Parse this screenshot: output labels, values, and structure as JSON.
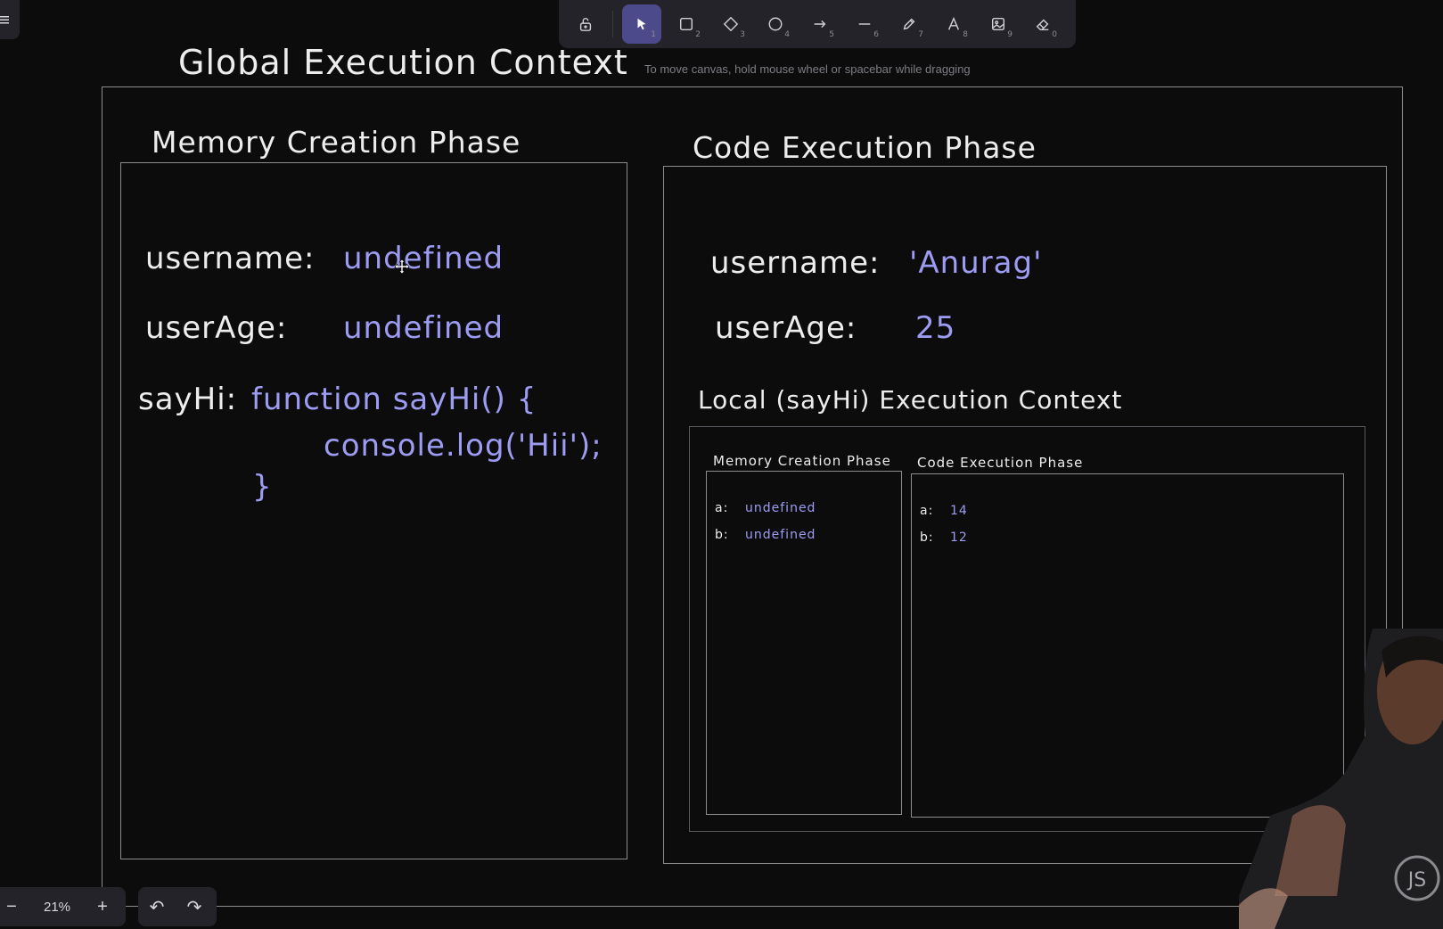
{
  "toolbar": {
    "tools": [
      {
        "name": "lock",
        "key": ""
      },
      {
        "name": "selection",
        "key": "1"
      },
      {
        "name": "rectangle",
        "key": "2"
      },
      {
        "name": "diamond",
        "key": "3"
      },
      {
        "name": "ellipse",
        "key": "4"
      },
      {
        "name": "arrow",
        "key": "5"
      },
      {
        "name": "line",
        "key": "6"
      },
      {
        "name": "draw",
        "key": "7"
      },
      {
        "name": "text",
        "key": "8"
      },
      {
        "name": "image",
        "key": "9"
      },
      {
        "name": "eraser",
        "key": "0"
      }
    ],
    "active_tool": "selection",
    "hint": "To move canvas, hold mouse wheel or spacebar while dragging"
  },
  "canvas": {
    "global_title": "Global Execution Context",
    "memory_phase": {
      "title": "Memory Creation Phase",
      "username_key": "username:",
      "username_val": "undefined",
      "userage_key": "userAge:",
      "userage_val": "undefined",
      "sayhi_key": "sayHi:",
      "sayhi_line1": "function sayHi() {",
      "sayhi_line2": "console.log('Hii');",
      "sayhi_line3": "}"
    },
    "code_phase": {
      "title": "Code Execution Phase",
      "username_key": "username:",
      "username_val": "'Anurag'",
      "userage_key": "userAge:",
      "userage_val": "25"
    },
    "local_context": {
      "title": "Local (sayHi) Execution Context",
      "memory_title": "Memory Creation Phase",
      "memory_a_key": "a:",
      "memory_a_val": "undefined",
      "memory_b_key": "b:",
      "memory_b_val": "undefined",
      "code_title": "Code Execution Phase",
      "code_a_key": "a:",
      "code_a_val": "14",
      "code_b_key": "b:",
      "code_b_val": "12"
    }
  },
  "footer": {
    "zoom_out": "−",
    "zoom_level": "21%",
    "zoom_in": "+",
    "undo": "↶",
    "redo": "↷"
  },
  "overlay": {
    "logo": "JS"
  },
  "colors": {
    "background": "#0c0c0d",
    "value_text": "#9d9cf2",
    "active_tool": "#4d4a8c"
  }
}
